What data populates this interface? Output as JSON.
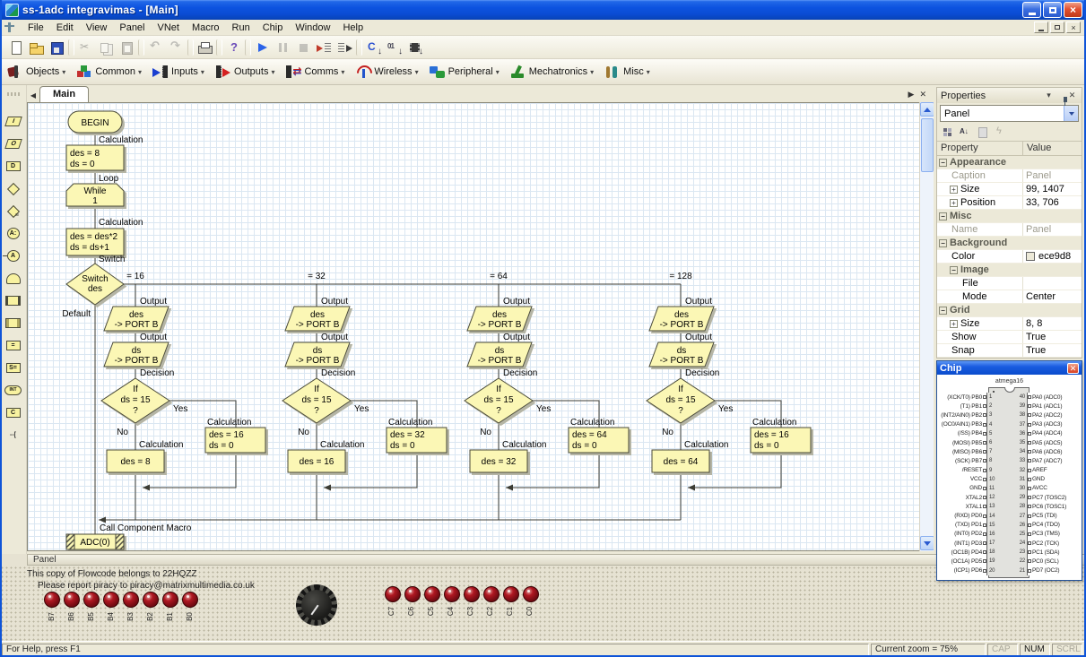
{
  "window": {
    "title": "ss-1adc integravimas - [Main]"
  },
  "menu": {
    "items": [
      {
        "label": "File",
        "dn": "menu-file"
      },
      {
        "label": "Edit",
        "dn": "menu-edit"
      },
      {
        "label": "View",
        "dn": "menu-view"
      },
      {
        "label": "Panel",
        "dn": "menu-panel"
      },
      {
        "label": "VNet",
        "dn": "menu-vnet"
      },
      {
        "label": "Macro",
        "dn": "menu-macro"
      },
      {
        "label": "Run",
        "dn": "menu-run"
      },
      {
        "label": "Chip",
        "dn": "menu-chip"
      },
      {
        "label": "Window",
        "dn": "menu-window"
      },
      {
        "label": "Help",
        "dn": "menu-help"
      }
    ]
  },
  "toolbar": {
    "buttons": [
      {
        "cls": "tbtn",
        "icon": "i-new",
        "dn": "new-button"
      },
      {
        "cls": "tbtn",
        "icon": "i-open",
        "dn": "open-button"
      },
      {
        "cls": "tbtn",
        "icon": "i-save",
        "dn": "save-button"
      },
      {
        "cls": "tsep"
      },
      {
        "cls": "tbtn dis",
        "icon": "i-cut",
        "dn": "cut-button"
      },
      {
        "cls": "tbtn dis",
        "icon": "i-copy",
        "dn": "copy-button"
      },
      {
        "cls": "tbtn dis",
        "icon": "i-paste",
        "dn": "paste-button"
      },
      {
        "cls": "tsep"
      },
      {
        "cls": "tbtn dis",
        "icon": "i-undo",
        "dn": "undo-button"
      },
      {
        "cls": "tbtn dis",
        "icon": "i-redo",
        "dn": "redo-button"
      },
      {
        "cls": "tsep"
      },
      {
        "cls": "tbtn",
        "icon": "i-print",
        "dn": "print-button"
      },
      {
        "cls": "tsep"
      },
      {
        "cls": "tbtn",
        "icon": "i-help",
        "dn": "help-button"
      },
      {
        "cls": "tsep"
      },
      {
        "cls": "tbtn",
        "icon": "i-play",
        "dn": "run-button"
      },
      {
        "cls": "tbtn dis",
        "icon": "i-pause",
        "dn": "pause-button"
      },
      {
        "cls": "tbtn dis",
        "icon": "i-stop",
        "dn": "stop-button"
      },
      {
        "cls": "tbtn",
        "icon": "i-stepin",
        "dn": "step-into-button"
      },
      {
        "cls": "tbtn",
        "icon": "i-stepover",
        "dn": "step-over-button"
      },
      {
        "cls": "tsep"
      },
      {
        "cls": "tbtn",
        "icon": "i-cc",
        "dn": "compile-to-c-button"
      },
      {
        "cls": "tbtn",
        "icon": "i-asm",
        "dn": "compile-to-asm-button"
      },
      {
        "cls": "tbtn",
        "icon": "i-chip",
        "dn": "compile-to-chip-button"
      }
    ]
  },
  "component_toolbar": {
    "items": [
      {
        "label": "Objects",
        "icon": "ci-objects",
        "dn": "objects-menu"
      },
      {
        "label": "Common",
        "icon": "ci-common",
        "dn": "common-menu"
      },
      {
        "label": "Inputs",
        "icon": "ci-inputs",
        "dn": "inputs-menu"
      },
      {
        "label": "Outputs",
        "icon": "ci-outputs",
        "dn": "outputs-menu"
      },
      {
        "label": "Comms",
        "icon": "ci-comms",
        "dn": "comms-menu"
      },
      {
        "label": "Wireless",
        "icon": "ci-wireless",
        "dn": "wireless-menu"
      },
      {
        "label": "Peripheral",
        "icon": "ci-peripheral",
        "dn": "peripheral-menu"
      },
      {
        "label": "Mechatronics",
        "icon": "ci-mech",
        "dn": "mechatronics-menu"
      },
      {
        "label": "Misc",
        "icon": "ci-misc",
        "dn": "misc-menu"
      }
    ]
  },
  "tabs": {
    "main": "Main"
  },
  "side_toolbar": {
    "items": [
      {
        "icon": "li-input",
        "g": "I",
        "dn": "input-tool"
      },
      {
        "icon": "li-output",
        "g": "O",
        "dn": "output-tool"
      },
      {
        "icon": "li-delay",
        "g": "D",
        "dn": "delay-tool"
      },
      {
        "icon": "li-decision",
        "g": "",
        "dn": "decision-tool"
      },
      {
        "icon": "li-switch",
        "g": "",
        "dn": "switch-tool"
      },
      {
        "icon": "li-connA",
        "g": "A:",
        "dn": "connection-point-tool"
      },
      {
        "icon": "li-connJump",
        "g": "A",
        "dn": "goto-connection-tool"
      },
      {
        "icon": "li-loop",
        "g": "",
        "dn": "loop-tool"
      },
      {
        "icon": "li-macro",
        "g": "",
        "dn": "macro-tool"
      },
      {
        "icon": "li-compmacro",
        "g": "",
        "dn": "component-macro-tool"
      },
      {
        "icon": "li-calc",
        "g": "=",
        "dn": "calculation-tool"
      },
      {
        "icon": "li-string",
        "g": "S=",
        "dn": "string-tool"
      },
      {
        "icon": "li-int",
        "g": "INT",
        "dn": "interrupt-tool"
      },
      {
        "icon": "li-ccode",
        "g": "C",
        "dn": "c-code-tool"
      },
      {
        "icon": "li-comment",
        "g": "--[",
        "dn": "comment-tool"
      }
    ]
  },
  "flowchart": {
    "begin": "BEGIN",
    "calc1": {
      "label": "Calculation",
      "lines": [
        "des = 8",
        "ds = 0"
      ]
    },
    "loop": {
      "label": "Loop",
      "lines": [
        "While",
        "1"
      ]
    },
    "calc2": {
      "label": "Calculation",
      "lines": [
        "des = des*2",
        "ds = ds+1"
      ]
    },
    "switch": {
      "label": "Switch",
      "lines": [
        "Switch",
        "des"
      ],
      "default_label": "Default"
    },
    "columns": [
      {
        "branch": "= 16",
        "output1": {
          "label": "Output",
          "lines": [
            "des",
            "-> PORT B"
          ]
        },
        "output2": {
          "label": "Output",
          "lines": [
            "ds",
            "-> PORT B"
          ]
        },
        "decision": {
          "label": "Decision",
          "lines": [
            "If",
            "ds = 15",
            "?"
          ],
          "yes": "Yes",
          "no": "No"
        },
        "yes_calc": {
          "label": "Calculation",
          "lines": [
            "des = 16",
            "ds = 0"
          ]
        },
        "no_calc": {
          "label": "Calculation",
          "lines": [
            "des = 8"
          ]
        }
      },
      {
        "branch": "= 32",
        "output1": {
          "label": "Output",
          "lines": [
            "des",
            "-> PORT B"
          ]
        },
        "output2": {
          "label": "Output",
          "lines": [
            "ds",
            "-> PORT B"
          ]
        },
        "decision": {
          "label": "Decision",
          "lines": [
            "If",
            "ds = 15",
            "?"
          ],
          "yes": "Yes",
          "no": "No"
        },
        "yes_calc": {
          "label": "Calculation",
          "lines": [
            "des = 32",
            "ds = 0"
          ]
        },
        "no_calc": {
          "label": "Calculation",
          "lines": [
            "des = 16"
          ]
        }
      },
      {
        "branch": "= 64",
        "output1": {
          "label": "Output",
          "lines": [
            "des",
            "-> PORT B"
          ]
        },
        "output2": {
          "label": "Output",
          "lines": [
            "ds",
            "-> PORT B"
          ]
        },
        "decision": {
          "label": "Decision",
          "lines": [
            "If",
            "ds = 15",
            "?"
          ],
          "yes": "Yes",
          "no": "No"
        },
        "yes_calc": {
          "label": "Calculation",
          "lines": [
            "des = 64",
            "ds = 0"
          ]
        },
        "no_calc": {
          "label": "Calculation",
          "lines": [
            "des = 32"
          ]
        }
      },
      {
        "branch": "= 128",
        "output1": {
          "label": "Output",
          "lines": [
            "des",
            "-> PORT B"
          ]
        },
        "output2": {
          "label": "Output",
          "lines": [
            "ds",
            "-> PORT B"
          ]
        },
        "decision": {
          "label": "Decision",
          "lines": [
            "If",
            "ds = 15",
            "?"
          ],
          "yes": "Yes",
          "no": "No"
        },
        "yes_calc": {
          "label": "Calculation",
          "lines": [
            "des = 16",
            "ds = 0"
          ]
        },
        "no_calc": {
          "label": "Calculation",
          "lines": [
            "des = 64"
          ]
        }
      }
    ],
    "macro": {
      "label": "Call Component Macro",
      "text": "ADC(0)"
    }
  },
  "properties": {
    "title": "Properties",
    "selector": "Panel",
    "columns": [
      "Property",
      "Value"
    ],
    "rows": [
      {
        "cls": "cat",
        "exp": "−",
        "name": "Appearance",
        "value": ""
      },
      {
        "cls": "prop noexp gray",
        "exp": "",
        "name": "Caption",
        "value": "Panel"
      },
      {
        "cls": "prop",
        "exp": "+",
        "name": "Size",
        "value": "99, 1407"
      },
      {
        "cls": "prop",
        "exp": "+",
        "name": "Position",
        "value": "33, 706"
      },
      {
        "cls": "cat",
        "exp": "−",
        "name": "Misc",
        "value": ""
      },
      {
        "cls": "prop noexp gray",
        "exp": "",
        "name": "Name",
        "value": "Panel"
      },
      {
        "cls": "cat",
        "exp": "−",
        "name": "Background",
        "value": ""
      },
      {
        "cls": "prop noexp swatchrow",
        "exp": "",
        "name": "Color",
        "value": "ece9d8"
      },
      {
        "cls": "sub",
        "exp": "−",
        "name": "Image",
        "value": ""
      },
      {
        "cls": "p2 noexp",
        "exp": "",
        "name": "File",
        "value": ""
      },
      {
        "cls": "p2 noexp",
        "exp": "",
        "name": "Mode",
        "value": "Center"
      },
      {
        "cls": "cat",
        "exp": "−",
        "name": "Grid",
        "value": ""
      },
      {
        "cls": "prop",
        "exp": "+",
        "name": "Size",
        "value": "8, 8"
      },
      {
        "cls": "prop noexp",
        "exp": "",
        "name": "Show",
        "value": "True"
      },
      {
        "cls": "prop noexp",
        "exp": "",
        "name": "Snap",
        "value": "True"
      }
    ]
  },
  "chip": {
    "title": "Chip",
    "name": "atmega16",
    "rows": [
      {
        "ll": "(XCK/T0) PB0",
        "ln": "1",
        "rn": "40",
        "rl": "PA0 (ADC0)"
      },
      {
        "ll": "(T1) PB1",
        "ln": "2",
        "rn": "39",
        "rl": "PA1 (ADC1)"
      },
      {
        "ll": "(INT2/AIN0) PB2",
        "ln": "3",
        "rn": "38",
        "rl": "PA2 (ADC2)"
      },
      {
        "ll": "(OC0/AIN1) PB3",
        "ln": "4",
        "rn": "37",
        "rl": "PA3 (ADC3)"
      },
      {
        "ll": "(/SS) PB4",
        "ln": "5",
        "rn": "36",
        "rl": "PA4 (ADC4)"
      },
      {
        "ll": "(MOSI) PB5",
        "ln": "6",
        "rn": "35",
        "rl": "PA5 (ADC5)"
      },
      {
        "ll": "(MISO) PB6",
        "ln": "7",
        "rn": "34",
        "rl": "PA6 (ADC6)"
      },
      {
        "ll": "(SCK) PB7",
        "ln": "8",
        "rn": "33",
        "rl": "PA7 (ADC7)"
      },
      {
        "ll": "/RESET",
        "ln": "9",
        "rn": "32",
        "rl": "AREF"
      },
      {
        "ll": "VCC",
        "ln": "10",
        "rn": "31",
        "rl": "GND"
      },
      {
        "ll": "GND",
        "ln": "11",
        "rn": "30",
        "rl": "AVCC"
      },
      {
        "ll": "XTAL2",
        "ln": "12",
        "rn": "29",
        "rl": "PC7 (TOSC2)"
      },
      {
        "ll": "XTAL1",
        "ln": "13",
        "rn": "28",
        "rl": "PC6 (TOSC1)"
      },
      {
        "ll": "(RXD) PD0",
        "ln": "14",
        "rn": "27",
        "rl": "PC5 (TDI)"
      },
      {
        "ll": "(TXD) PD1",
        "ln": "15",
        "rn": "26",
        "rl": "PC4 (TDO)"
      },
      {
        "ll": "(INT0) PD2",
        "ln": "16",
        "rn": "25",
        "rl": "PC3 (TMS)"
      },
      {
        "ll": "(INT1) PD3",
        "ln": "17",
        "rn": "24",
        "rl": "PC2 (TCK)"
      },
      {
        "ll": "(OC1B) PD4",
        "ln": "18",
        "rn": "23",
        "rl": "PC1 (SDA)"
      },
      {
        "ll": "(OC1A) PD5",
        "ln": "19",
        "rn": "22",
        "rl": "PC0 (SCL)"
      },
      {
        "ll": "(ICP1) PD6",
        "ln": "20",
        "rn": "21",
        "rl": "PD7 (OC2)"
      }
    ]
  },
  "panel": {
    "title": "Panel",
    "notice1": "This copy of Flowcode belongs to 22HQZZ",
    "notice2": "Please report piracy to piracy@matrixmultimedia.co.uk",
    "led_b": [
      "B7",
      "B6",
      "B5",
      "B4",
      "B3",
      "B2",
      "B1",
      "B0"
    ],
    "led_c": [
      "C7",
      "C6",
      "C5",
      "C4",
      "C3",
      "C2",
      "C1",
      "C0"
    ]
  },
  "status": {
    "help": "For Help, press F1",
    "zoom": "Current zoom = 75%",
    "indicators": [
      {
        "t": "CAP",
        "cls": "off"
      },
      {
        "t": "NUM",
        "cls": "on"
      },
      {
        "t": "SCRL",
        "cls": "off"
      }
    ]
  },
  "colors": {
    "accent_blue": "#0f54d8",
    "shape_yellow": "#fbf7b5",
    "panel_tan": "#ece9d8",
    "led_red": "#7a0c14"
  }
}
